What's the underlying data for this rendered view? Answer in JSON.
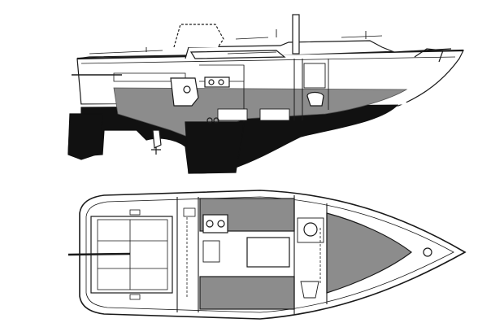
{
  "diagram": {
    "views": [
      {
        "id": "profile",
        "kind": "inboard-profile"
      },
      {
        "id": "plan",
        "kind": "accommodation-plan"
      }
    ],
    "colors": {
      "line": "#1a1a1a",
      "hull_below_waterline": "#111111",
      "cabin_sole": "#8c8c8c",
      "paper": "#ffffff"
    },
    "icons": [
      "galley-stove-icon",
      "sink-icon",
      "head-icon",
      "tiller-icon",
      "outboard-motor-icon"
    ]
  }
}
